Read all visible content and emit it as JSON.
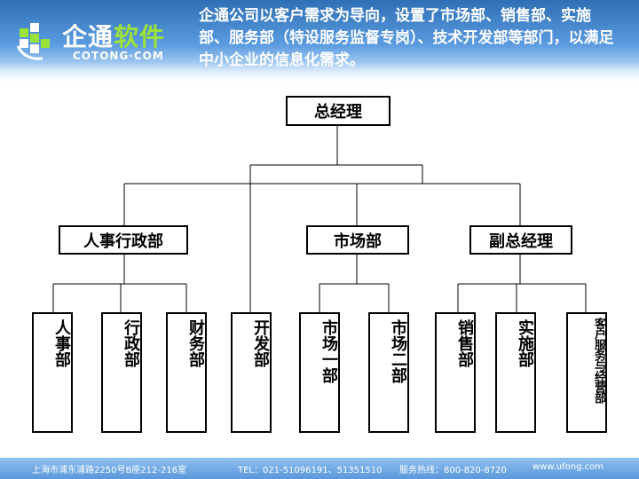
{
  "header": {
    "logo": {
      "name_part1": "企通",
      "name_part2": "软件",
      "subtitle": "COTONG·COM"
    },
    "intro": "企通公司以客户需求为导向，设置了市场部、销售部、实施部、服务部（特设服务监督专岗）、技术开发部等部门，以满足中小企业的信息化需求。"
  },
  "org": {
    "root": "总经理",
    "level2": [
      "人事行政部",
      "市场部",
      "副总经理"
    ],
    "leaves": [
      "人事部",
      "行政部",
      "财务部",
      "开发部",
      "市场一部",
      "市场二部",
      "销售部",
      "实施部",
      "客户服务与经营部"
    ]
  },
  "footer": {
    "address": "上海市浦东浦路2250号B座212-216室",
    "tel": "TEL：021-51096191、51351510",
    "hotline": "服务热线：800-820-8720",
    "website": "www.ufong.com"
  },
  "colors": {
    "header_dark": "#2f6fb5",
    "header_light": "#a9cdf2",
    "logo_green": "#9be23a",
    "line": "#000000"
  }
}
